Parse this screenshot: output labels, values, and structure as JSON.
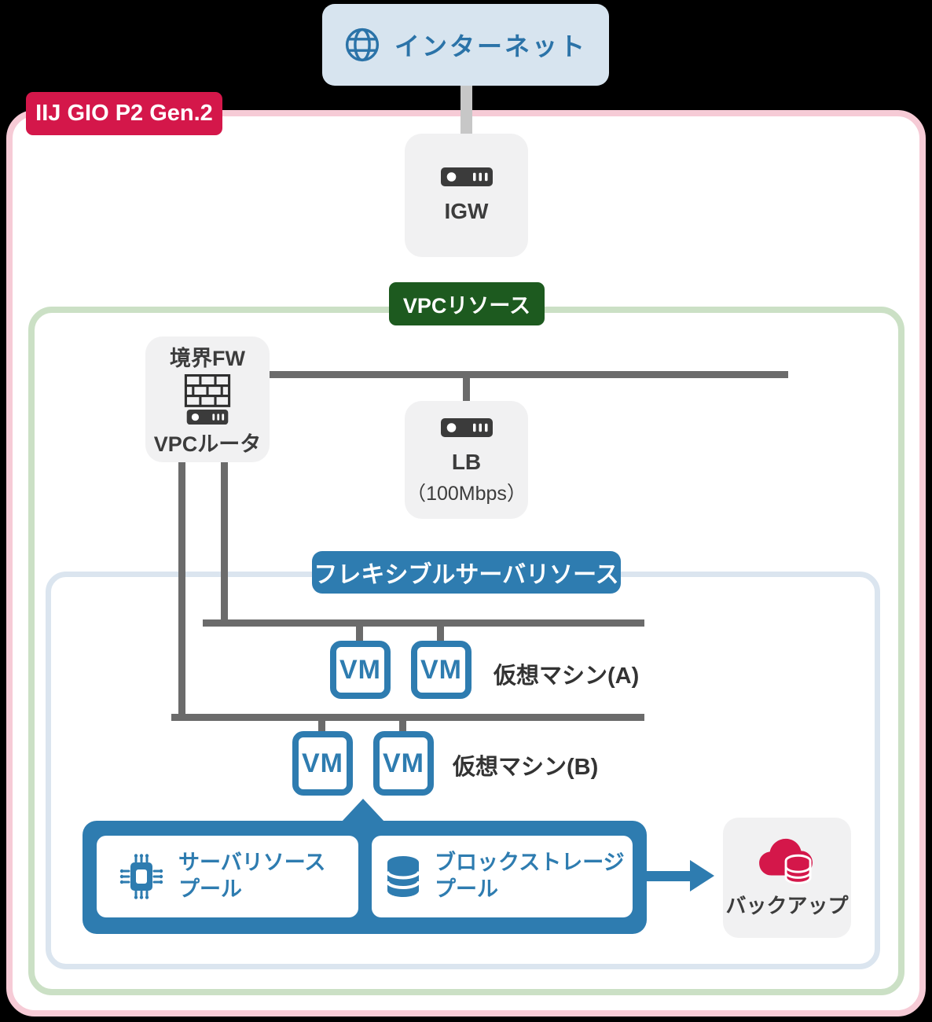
{
  "platform": {
    "badge": "IIJ GIO P2 Gen.2"
  },
  "internet": {
    "label": "インターネット"
  },
  "igw": {
    "label": "IGW"
  },
  "vpc": {
    "badge": "VPCリソース"
  },
  "firewall": {
    "top_label": "境界FW",
    "bottom_label": "VPCルータ"
  },
  "lb": {
    "label": "LB",
    "sub_label": "（100Mbps）"
  },
  "flexible": {
    "badge": "フレキシブルサーバリソース"
  },
  "vm": {
    "label": "VM",
    "group_a_label": "仮想マシン(A)",
    "group_b_label": "仮想マシン(B)"
  },
  "pools": {
    "server": {
      "line1": "サーバリソース",
      "line2": "プール"
    },
    "storage": {
      "line1": "ブロックストレージ",
      "line2": "プール"
    }
  },
  "backup": {
    "label": "バックアップ"
  },
  "icons": [
    "globe-icon",
    "appliance-icon",
    "firewall-brick-icon",
    "cpu-icon",
    "database-icon",
    "cloud-backup-icon"
  ],
  "colors": {
    "accent_blue": "#2e7cb0",
    "brand_red": "#d4174a",
    "badge_green": "#1d5a1f",
    "line_gray": "#6b6b6b",
    "light_line_gray": "#c7c7c7",
    "node_gray": "#f1f1f2",
    "pink_border": "#f6cbd6",
    "green_border": "#cbe0c5",
    "lightblue_border": "#dbe5ef",
    "internet_bg": "#d7e4ef"
  }
}
